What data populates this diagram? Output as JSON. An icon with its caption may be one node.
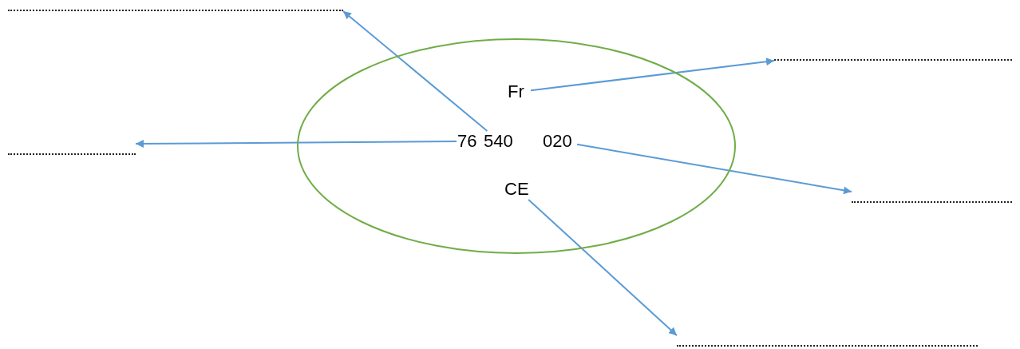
{
  "diagram": {
    "nodes": [
      {
        "text": [],
        "shape": "oval"
      },
      {
        "text": [
          "Fr"
        ],
        "in": 0
      },
      {
        "text": [
          "76"
        ],
        "in": 0
      },
      {
        "text": [
          "540"
        ],
        "in": 0
      },
      {
        "text": [
          "020"
        ],
        "in": 0
      },
      {
        "text": [
          "CE"
        ],
        "in": 0
      },
      {
        "text": [],
        "shape": "line"
      },
      {
        "text": [],
        "shape": "line"
      },
      {
        "text": [],
        "shape": "line"
      },
      {
        "text": [],
        "shape": "line"
      },
      {
        "text": [],
        "shape": "line"
      }
    ],
    "edges": [
      {
        "from": 1,
        "to": 7,
        "arrow": "to"
      },
      {
        "from": 2,
        "to": 8,
        "arrow": "to"
      },
      {
        "from": 3,
        "to": 6,
        "arrow": "to"
      },
      {
        "from": 4,
        "to": 9,
        "arrow": "to"
      },
      {
        "from": 5,
        "to": 10,
        "arrow": "to"
      }
    ]
  }
}
